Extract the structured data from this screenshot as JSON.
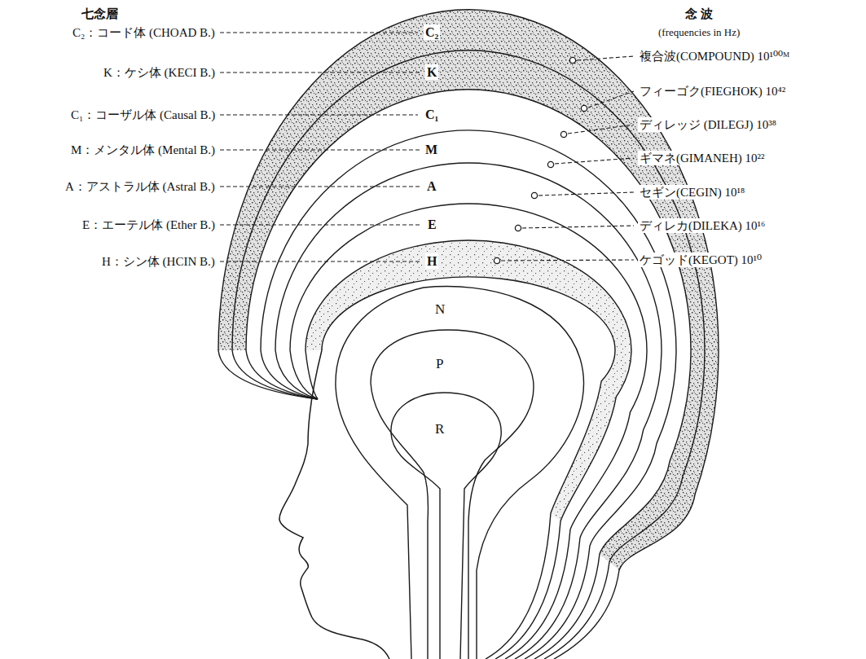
{
  "diagram": {
    "labels": [
      "七念層",
      "念 波",
      "(frequencies in Hz)",
      "C₂：コード体 (CHOAD B.)",
      "K：ケシ体 (KECI B.)",
      "C₁：コーザル体 (Causal B.)",
      "M：メンタル体 (Mental B.)",
      "A：アストラル体 (Astral B.)",
      "E：エーテル体 (Ether B.)",
      "H：シン体 (HCIN B.)",
      "C₂",
      "K",
      "C₁",
      "M",
      "A",
      "E",
      "H",
      "複合波(COMPOUND) 10¹⁰⁰ᴹ",
      "フィーゴク(FIEGHOK) 10⁴²",
      "ディレッジ (DILEGJ) 10³⁸",
      "ギマネ(GIMANEH) 10²²",
      "セギン(CEGIN) 10¹⁸",
      "ディレカ(DILEKA) 10¹⁶",
      "ケゴッド(KEGOT) 10¹⁰",
      "N",
      "P",
      "R"
    ]
  }
}
